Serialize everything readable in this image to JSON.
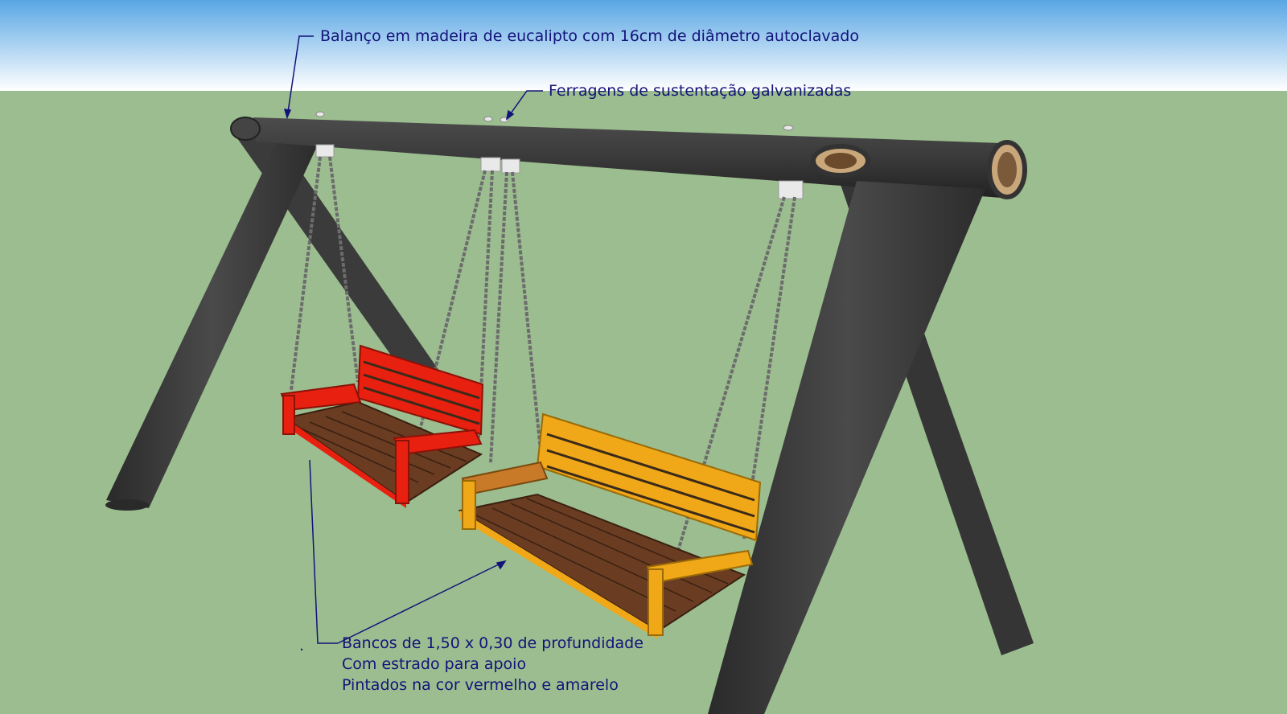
{
  "annotations": {
    "beam_note": "Balanço em madeira de eucalipto com 16cm de diâmetro autoclavado",
    "hardware_note": "Ferragens de sustentação galvanizadas",
    "bench_note": {
      "line1": "Bancos de 1,50 x 0,30 de profundidade",
      "line2": "Com estrado para apoio",
      "line3": "Pintados na cor vermelho e amarelo"
    },
    "stray_mark": "."
  },
  "colors": {
    "sky_top": "#5aa8e6",
    "sky_bottom": "#ffffff",
    "ground": "#9bbd8f",
    "wood": "#3d3d3d",
    "bench_red": "#e8200f",
    "bench_yellow": "#f0a818",
    "slat": "#6a3d22",
    "text": "#13137a"
  },
  "icons": [
    "swing-frame-drawing",
    "red-bench",
    "yellow-bench",
    "chain",
    "bracket"
  ]
}
